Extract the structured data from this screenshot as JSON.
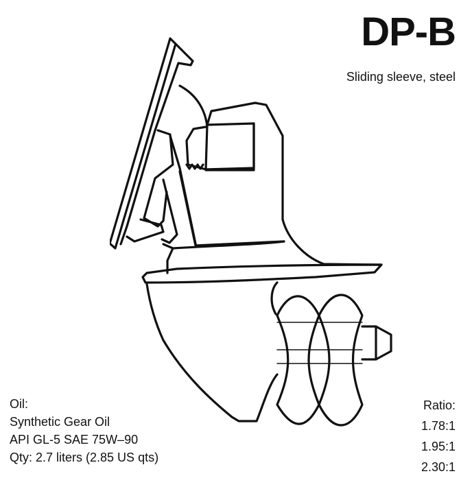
{
  "header": {
    "title": "DP-B",
    "subtitle": "Sliding sleeve, steel"
  },
  "oil": {
    "heading": "Oil:",
    "type": "Synthetic Gear Oil",
    "spec": "API GL-5 SAE 75W–90",
    "quantity": "Qty: 2.7 liters (2.85 US qts)"
  },
  "ratio": {
    "heading": "Ratio:",
    "values": [
      "1.78:1",
      "1.95:1",
      "2.30:1"
    ]
  },
  "illustration": {
    "subject": "sterndrive-outline-drawing",
    "stroke_color": "#111111"
  }
}
